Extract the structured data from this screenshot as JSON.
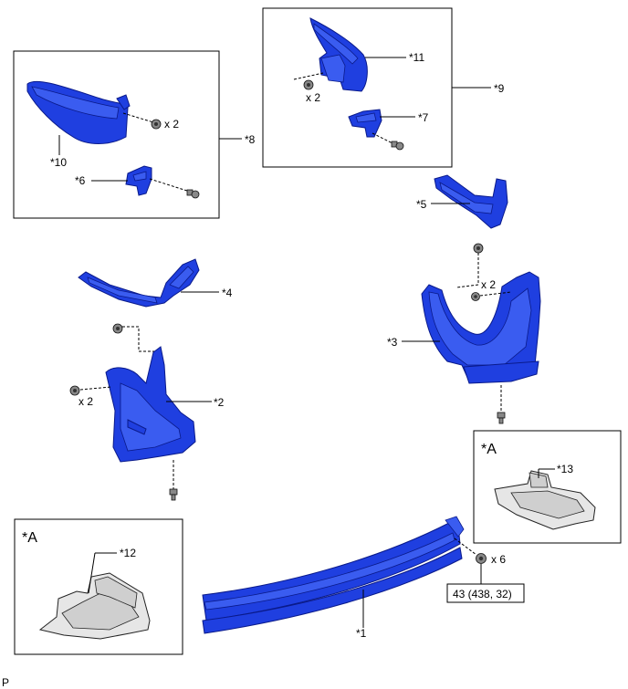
{
  "labels": {
    "p1": "*1",
    "p2": "*2",
    "p3": "*3",
    "p4": "*4",
    "p5": "*5",
    "p6": "*6",
    "p7": "*7",
    "p8": "*8",
    "p9": "*9",
    "p10": "*10",
    "p11": "*11",
    "p12": "*12",
    "p13": "*13"
  },
  "boxes": {
    "a_left": "*A",
    "a_right": "*A"
  },
  "quantities": {
    "q10": "x 2",
    "q11": "x 2",
    "q2": "x 2",
    "q3": "x 2",
    "q1": "x 6"
  },
  "torque": "43 (438, 32)",
  "corner_mark": "P",
  "colors": {
    "part": "#1f3fe0",
    "outline": "#0a1a8a"
  },
  "icons": [
    "bolt-icon",
    "nut-icon",
    "clip-icon"
  ]
}
